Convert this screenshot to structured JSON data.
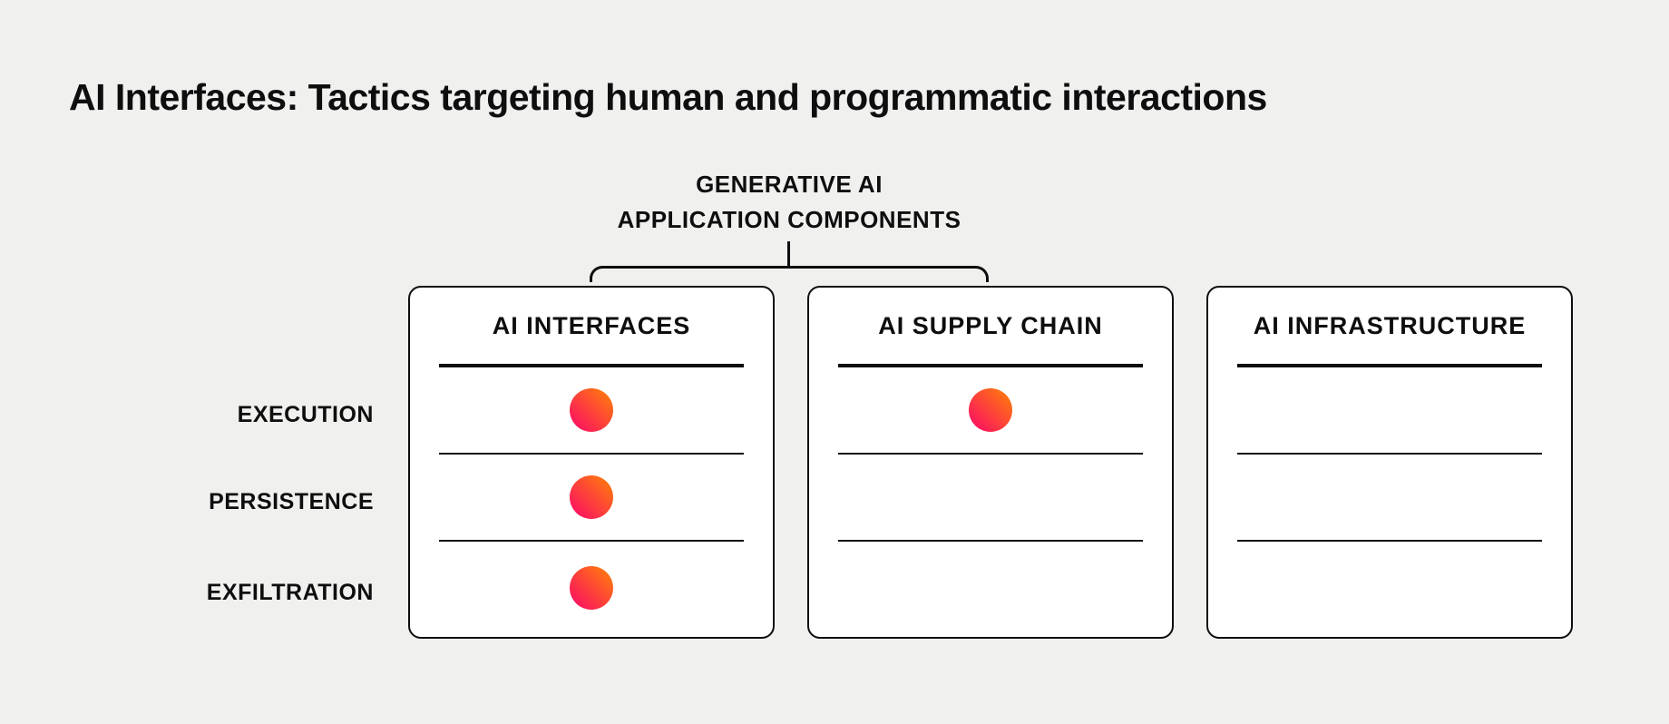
{
  "header": {
    "title": "AI Interfaces: Tactics targeting human and programmatic interactions"
  },
  "group_label": {
    "line1": "GENERATIVE AI",
    "line2": "APPLICATION COMPONENTS"
  },
  "rows": [
    "EXECUTION",
    "PERSISTENCE",
    "EXFILTRATION"
  ],
  "columns": [
    {
      "label": "AI INTERFACES",
      "dots": [
        true,
        true,
        true
      ]
    },
    {
      "label": "AI SUPPLY CHAIN",
      "dots": [
        true,
        false,
        false
      ]
    },
    {
      "label": "AI INFRASTRUCTURE",
      "dots": [
        false,
        false,
        false
      ]
    }
  ],
  "colors": {
    "background": "#f0f0ef",
    "panel": "#ffffff",
    "ink": "#0e0e0e",
    "dot_start": "#fb0f63",
    "dot_end": "#ff7a0d"
  }
}
